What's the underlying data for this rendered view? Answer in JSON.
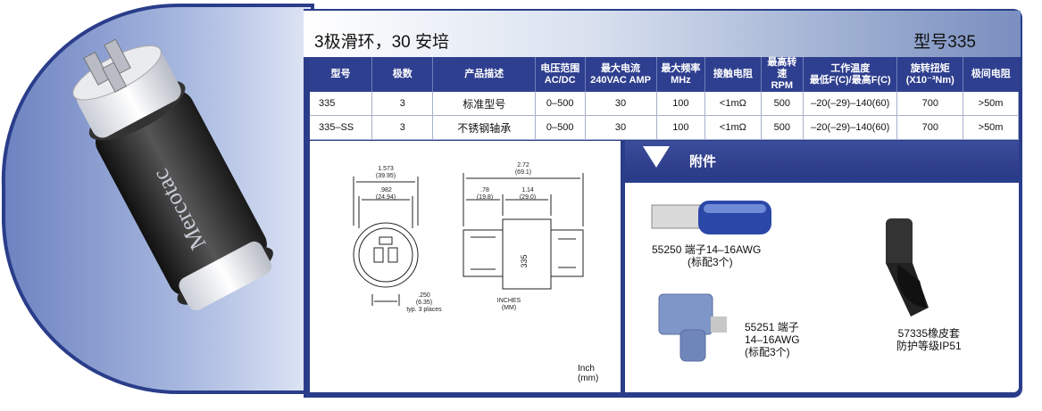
{
  "header": {
    "title": "3极滑环，30 安培",
    "model": "型号335"
  },
  "product_image": {
    "brand": "Mercotac"
  },
  "spec_table": {
    "columns": [
      [
        "型号"
      ],
      [
        "极数"
      ],
      [
        "产品描述"
      ],
      [
        "电压范围",
        "AC/DC"
      ],
      [
        "最大电流",
        "240VAC AMP"
      ],
      [
        "最大频率",
        "MHz"
      ],
      [
        "接触电阻"
      ],
      [
        "最高转速",
        "RPM"
      ],
      [
        "工作温度",
        "最低F(C)/最高F(C)"
      ],
      [
        "旋转扭矩",
        "(X10⁻³Nm)"
      ],
      [
        "极间电阻"
      ]
    ],
    "rows": [
      [
        "335",
        "3",
        "标准型号",
        "0–500",
        "30",
        "100",
        "<1mΩ",
        "500",
        "–20(–29)–140(60)",
        "700",
        ">50m"
      ],
      [
        "335–SS",
        "3",
        "不锈钢轴承",
        "0–500",
        "30",
        "100",
        "<1mΩ",
        "500",
        "–20(–29)–140(60)",
        "700",
        ">50m"
      ]
    ]
  },
  "drawing": {
    "dim_overall_width": [
      "1.573",
      "(39.95)"
    ],
    "dim_inner_width": [
      ".982",
      "(24.94)"
    ],
    "dim_overall_length": [
      "2.72",
      "(69.1)"
    ],
    "dim_left": [
      ".78",
      "(19.8)"
    ],
    "dim_body": [
      "1.14",
      "(29.0)"
    ],
    "dim_terminal": [
      ".250",
      "(6.35)",
      "typ. 3 places"
    ],
    "body_mark": "335",
    "units_label": [
      "INCHES",
      "(MM)"
    ],
    "unit_note": [
      "Inch",
      "(mm)"
    ]
  },
  "accessories": {
    "title": "附件",
    "items": [
      {
        "lines": [
          "55250 端子14–16AWG",
          "(标配3个)"
        ]
      },
      {
        "lines": [
          "55251 端子",
          "14–16AWG",
          "(标配3个)"
        ]
      },
      {
        "lines": [
          "57335橡皮套",
          "防护等级IP51"
        ]
      }
    ]
  },
  "colors": {
    "navy": "#2a3d8a",
    "table_header": "#2f3f8f",
    "panel_blue": "#7f93c8"
  }
}
